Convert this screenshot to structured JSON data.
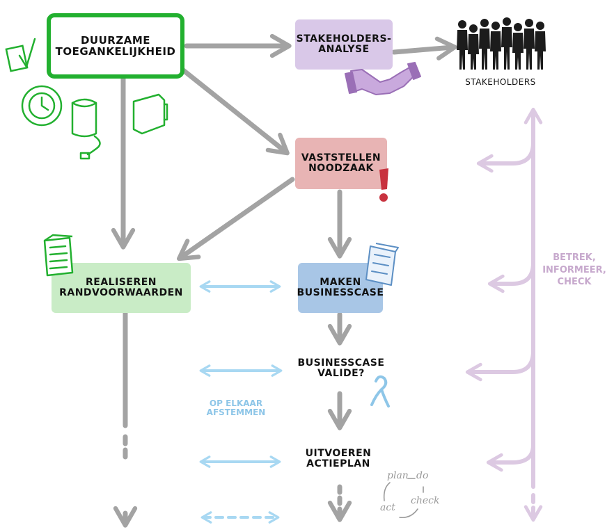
{
  "colors": {
    "grey_arrow": "#a3a3a3",
    "green": "#22b02f",
    "green_fill": "#c9ecc6",
    "purple_fill": "#d9c8e8",
    "purple_arrow": "#dcc9e2",
    "red_fill": "#e8b4b4",
    "red_mark": "#c8323f",
    "blue_fill": "#a8c6e6",
    "light_blue": "#a8d8f2",
    "blue_text": "#8ec6e8",
    "purple_text": "#c7a9cd"
  },
  "nodes": {
    "duurzame": [
      "DUURZAME",
      "TOEGANKELIJKHEID"
    ],
    "stakeholdersanalyse": [
      "STAKEHOLDERS-",
      "ANALYSE"
    ],
    "stakeholders": "STAKEHOLDERS",
    "vaststellen": [
      "VASTSTELLEN",
      "NOODZAAK"
    ],
    "realiseren": [
      "REALISEREN",
      "RANDVOORWAARDEN"
    ],
    "maken": [
      "MAKEN",
      "BUSINESSCASE"
    ],
    "valide": [
      "BUSINESSCASE",
      "VALIDE?"
    ],
    "uitvoeren": [
      "UITVOEREN",
      "ACTIEPLAN"
    ]
  },
  "annotations": {
    "op_elkaar": [
      "OP ELKAAR",
      "AFSTEMMEN"
    ],
    "betrek": [
      "BETREK,",
      "INFORMEER,",
      "CHECK"
    ]
  },
  "pdca": {
    "plan": "plan",
    "do": "do",
    "check": "check",
    "act": "act"
  },
  "icons": [
    "checkbox-icon",
    "clock-icon",
    "power-plug-icon",
    "battery-icon",
    "handshake-icon",
    "people-icon",
    "exclamation-icon",
    "checklist-icon",
    "document-icon",
    "question-ribbon-icon"
  ]
}
